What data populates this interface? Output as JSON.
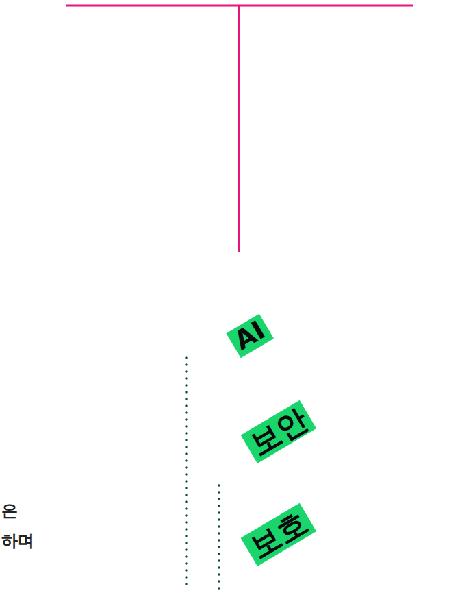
{
  "diagram": {
    "nodes": [
      {
        "text": [
          "AI"
        ]
      },
      {
        "text": [
          "보안"
        ]
      },
      {
        "text": [
          "보호"
        ]
      }
    ],
    "labels": [
      "은",
      "하며"
    ]
  }
}
